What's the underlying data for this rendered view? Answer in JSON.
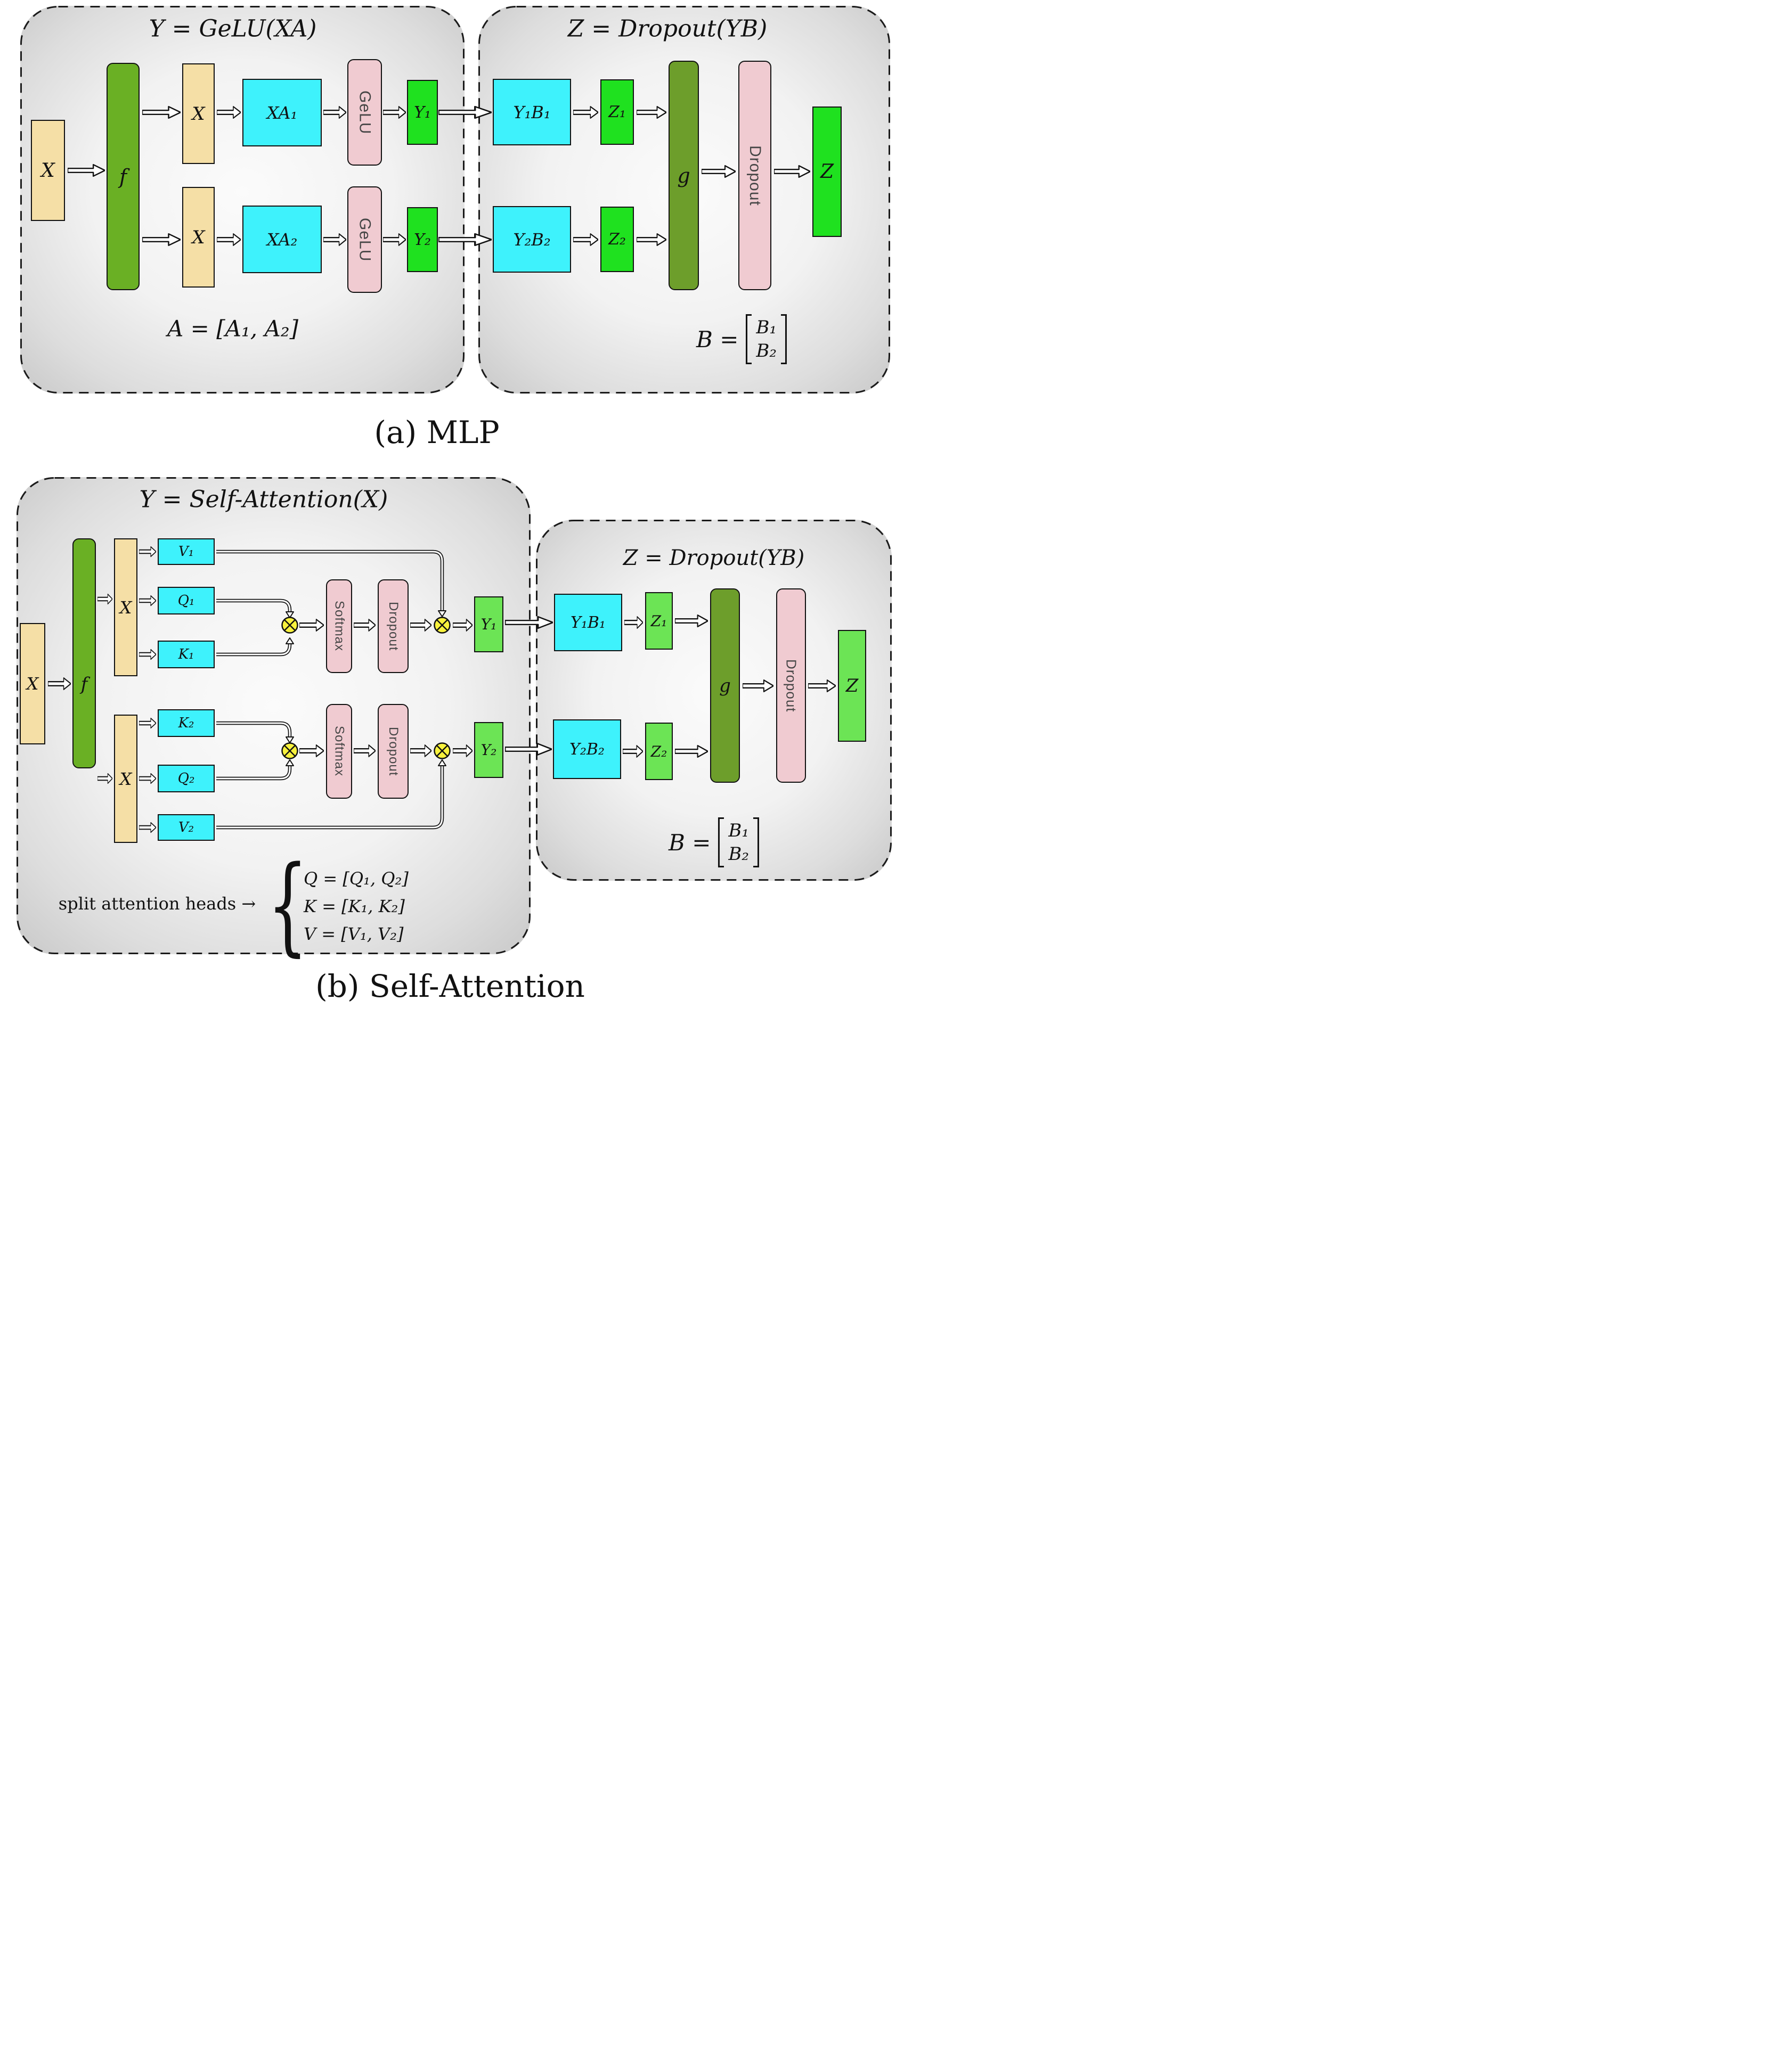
{
  "colors": {
    "input_tan": "#f5dfa6",
    "comm_op_green_f": "#6ab024",
    "comm_op_green_g": "#6d9e2b",
    "matmul_cyan": "#3ef2fc",
    "function_pink": "#f0cbd1",
    "result_green_mlp": "#1fe11f",
    "result_green_attn": "#6ce455",
    "multiply_yellow": "#f8f23d",
    "panel_grey_edge": "#c5c5c5"
  },
  "figure_a": {
    "caption": "(a) MLP",
    "left_panel": {
      "title": "Y = GeLU(XA)",
      "x_input": "X",
      "f": "f",
      "x_copy": "X",
      "xa1": "XA₁",
      "xa2": "XA₂",
      "gelu": "GeLU",
      "y1": "Y₁",
      "y2": "Y₂",
      "formula": "A = [A₁, A₂]"
    },
    "right_panel": {
      "title": "Z = Dropout(YB)",
      "y1b1": "Y₁B₁",
      "y2b2": "Y₂B₂",
      "z1": "Z₁",
      "z2": "Z₂",
      "g": "g",
      "dropout": "Dropout",
      "z": "Z",
      "b_lhs": "B =",
      "b_top": "B₁",
      "b_bottom": "B₂"
    }
  },
  "figure_b": {
    "caption": "(b) Self-Attention",
    "left_panel": {
      "title": "Y = Self-Attention(X)",
      "x_input": "X",
      "f": "f",
      "x_copy": "X",
      "v1": "V₁",
      "q1": "Q₁",
      "k1": "K₁",
      "k2": "K₂",
      "q2": "Q₂",
      "v2": "V₂",
      "softmax": "Softmax",
      "dropout": "Dropout",
      "y1": "Y₁",
      "y2": "Y₂",
      "split_label": "split attention heads →",
      "brace": "{",
      "eq_q": "Q = [Q₁, Q₂]",
      "eq_k": "K = [K₁, K₂]",
      "eq_v": "V = [V₁, V₂]"
    },
    "right_panel": {
      "title": "Z = Dropout(YB)",
      "y1b1": "Y₁B₁",
      "y2b2": "Y₂B₂",
      "z1": "Z₁",
      "z2": "Z₂",
      "g": "g",
      "dropout": "Dropout",
      "z": "Z",
      "b_lhs": "B =",
      "b_top": "B₁",
      "b_bottom": "B₂"
    }
  }
}
